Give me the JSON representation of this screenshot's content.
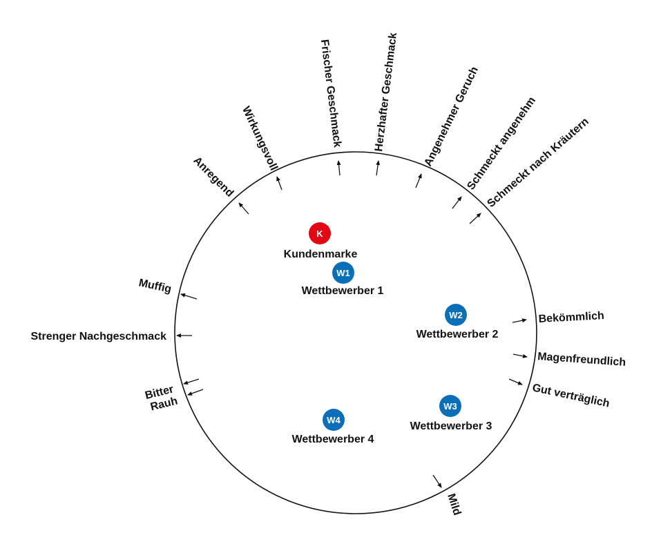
{
  "attributes": {
    "anregend": "Anregend",
    "wirkungsvoll": "Wirkungsvoll",
    "frischer_geschmack": "Frischer Geschmack",
    "herzhafter_geschmack": "Herzhafter Geschmack",
    "angenehmer_geruch": "Angenehmer Geruch",
    "schmeckt_angenehm": "Schmeckt angenehm",
    "schmeckt_nach_kraeutern": "Schmeckt nach Kräutern",
    "bekoemmlich": "Bekömmlich",
    "magenfreundlich": "Magenfreundlich",
    "gut_vertraeglich": "Gut verträglich",
    "mild": "Mild",
    "muffig": "Muffig",
    "strenger_nachgeschmack": "Strenger Nachgeschmack",
    "bitter": "Bitter",
    "rauh": "Rauh"
  },
  "brands": {
    "kunde": {
      "marker": "K",
      "name": "Kundenmarke",
      "color": "#e30613"
    },
    "w1": {
      "marker": "W1",
      "name": "Wettbewerber 1",
      "color": "#0a6fb7"
    },
    "w2": {
      "marker": "W2",
      "name": "Wettbewerber 2",
      "color": "#0a6fb7"
    },
    "w3": {
      "marker": "W3",
      "name": "Wettbewerber 3",
      "color": "#0a6fb7"
    },
    "w4": {
      "marker": "W4",
      "name": "Wettbewerber 4",
      "color": "#0a6fb7"
    }
  }
}
